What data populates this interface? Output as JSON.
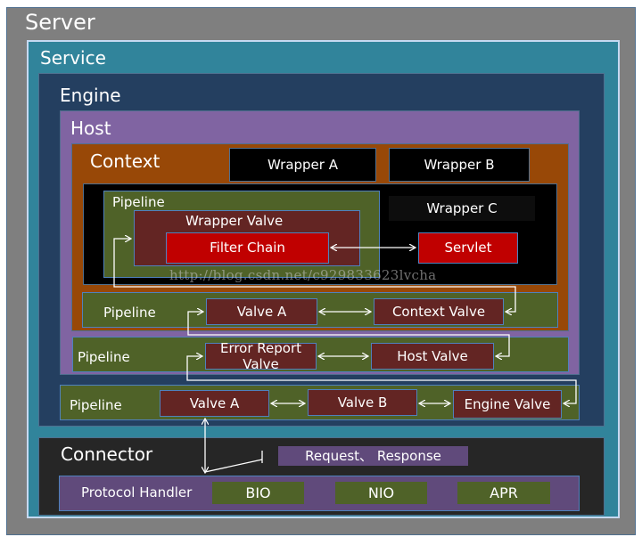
{
  "diagram": {
    "server": {
      "label": "Server",
      "color": "#7f7f7f"
    },
    "service": {
      "label": "Service",
      "color": "#31849b"
    },
    "engine": {
      "label": "Engine",
      "color": "#243f60",
      "pipeline": {
        "label": "Pipeline",
        "valves": [
          "Valve A",
          "Valve B",
          "Engine Valve"
        ]
      }
    },
    "host": {
      "label": "Host",
      "color": "#8064a2",
      "pipeline": {
        "label": "Pipeline",
        "valves": [
          "Error Report Valve",
          "Host Valve"
        ]
      }
    },
    "context": {
      "label": "Context",
      "color": "#984807",
      "wrappers": [
        "Wrapper A",
        "Wrapper B",
        "Wrapper C"
      ],
      "pipeline": {
        "label": "Pipeline",
        "valves": [
          "Valve A",
          "Context Valve"
        ]
      }
    },
    "wrapper": {
      "pipeline_label": "Pipeline",
      "wrapper_valve": "Wrapper Valve",
      "filter_chain": "Filter Chain",
      "servlet": "Servlet"
    },
    "connector": {
      "label": "Connector",
      "request_response": "Request、 Response",
      "protocol_handler": {
        "label": "Protocol Handler",
        "types": [
          "BIO",
          "NIO",
          "APR"
        ]
      }
    },
    "watermark": "http://blog.csdn.net/c929833623lvcha",
    "colors": {
      "pipeline": "#4f6228",
      "valve": "#632523",
      "filter_servlet": "#c00000",
      "connector": "#262626",
      "arrow": "#ffffff"
    }
  }
}
